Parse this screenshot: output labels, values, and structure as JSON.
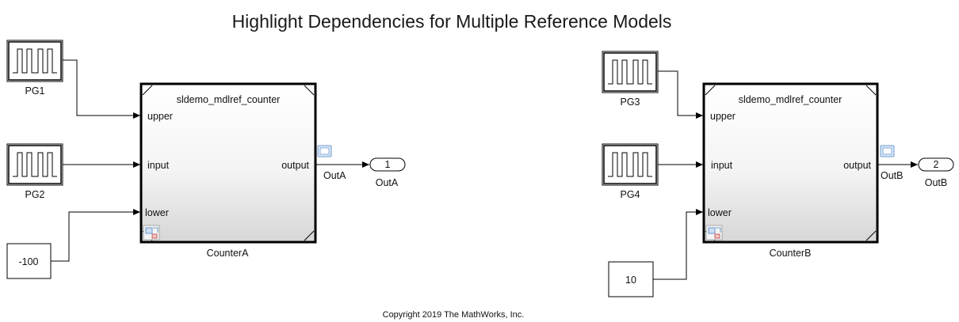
{
  "title": "Highlight Dependencies for Multiple Reference Models",
  "copyright": "Copyright 2019 The MathWorks, Inc.",
  "models": [
    {
      "block_name": "CounterA",
      "referenced_model": "sldemo_mdlref_counter",
      "ports": {
        "upper": "upper",
        "input": "input",
        "lower": "lower",
        "output": "output"
      },
      "pulse_upper": "PG1",
      "pulse_input": "PG2",
      "constant_value": "-100",
      "signal_label": "OutA",
      "outport_number": "1",
      "outport_name": "OutA"
    },
    {
      "block_name": "CounterB",
      "referenced_model": "sldemo_mdlref_counter",
      "ports": {
        "upper": "upper",
        "input": "input",
        "lower": "lower",
        "output": "output"
      },
      "pulse_upper": "PG3",
      "pulse_input": "PG4",
      "constant_value": "10",
      "signal_label": "OutB",
      "outport_number": "2",
      "outport_name": "OutB"
    }
  ]
}
